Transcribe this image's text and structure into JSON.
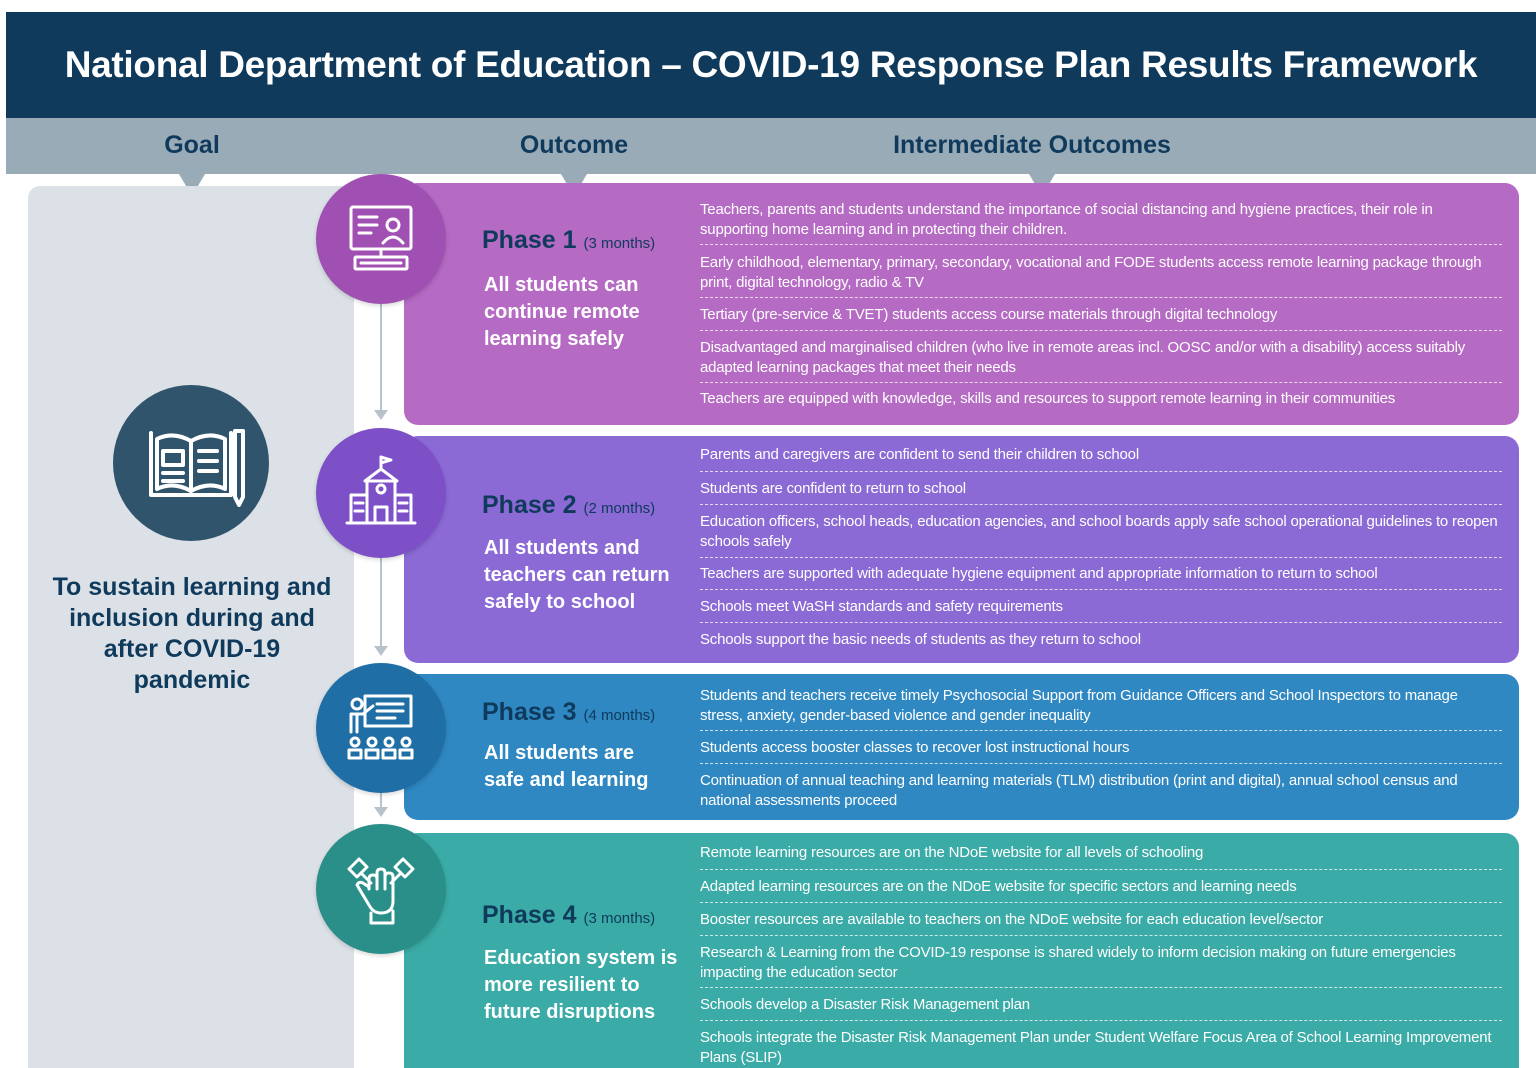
{
  "title": "National Department of Education – COVID-19 Response Plan Results Framework",
  "headers": {
    "goal": "Goal",
    "outcome": "Outcome",
    "intermediate": "Intermediate Outcomes"
  },
  "goal": {
    "text": "To sustain learning and inclusion during and after COVID-19 pandemic",
    "icon": "book-icon"
  },
  "colors": {
    "navy": "#0f3a5c",
    "header": "#9aabb8",
    "goal_panel": "#dbe1e6",
    "phase1": "#b56ac3",
    "phase2": "#8b6ad6",
    "phase3": "#2f88c2",
    "phase4": "#3aaba6"
  },
  "phases": [
    {
      "name": "Phase 1",
      "duration": "(3 months)",
      "outcome": "All students can continue remote learning safely",
      "icon": "computer-learning-icon",
      "items": [
        "Teachers, parents and students understand the importance of social distancing and hygiene practices, their role in supporting home learning and in protecting their children.",
        "Early childhood, elementary, primary, secondary, vocational and FODE students access remote learning package through print, digital technology, radio & TV",
        "Tertiary (pre-service & TVET) students access course materials through digital technology",
        "Disadvantaged and marginalised children (who live in remote areas incl. OOSC and/or with a disability) access suitably adapted learning packages that meet their needs",
        "Teachers are equipped with knowledge, skills and resources to support remote learning in their communities"
      ]
    },
    {
      "name": "Phase 2",
      "duration": "(2 months)",
      "outcome": "All students and teachers can return safely to school",
      "icon": "school-building-icon",
      "items": [
        "Parents and caregivers are confident to send their children to school",
        "Students are confident to return to school",
        "Education officers, school heads, education agencies, and school boards apply safe school operational guidelines to reopen schools safely",
        "Teachers are supported with adequate hygiene equipment and appropriate information to return to school",
        "Schools meet WaSH standards and safety requirements",
        "Schools support the basic needs of students as they return to school"
      ]
    },
    {
      "name": "Phase 3",
      "duration": "(4 months)",
      "outcome": "All students are safe and learning",
      "icon": "classroom-teacher-icon",
      "items": [
        "Students and teachers receive timely Psychosocial Support from Guidance Officers and School Inspectors to manage stress, anxiety, gender-based violence and gender inequality",
        "Students access booster classes to recover lost instructional hours",
        "Continuation of annual teaching and learning materials (TLM) distribution (print and digital), annual school census and national assessments proceed"
      ]
    },
    {
      "name": "Phase 4",
      "duration": "(3 months)",
      "outcome": "Education system is more resilient to future disruptions",
      "icon": "joined-hands-icon",
      "items": [
        "Remote learning resources are on the NDoE website for all levels of schooling",
        "Adapted learning resources are on the NDoE website for specific sectors and learning needs",
        "Booster resources are available to teachers on the NDoE website for each education level/sector",
        "Research & Learning from the COVID-19 response is shared widely to inform decision making on future emergencies impacting the education sector",
        "Schools develop a Disaster Risk Management plan",
        "Schools integrate the Disaster Risk Management Plan under Student Welfare Focus Area of School Learning Improvement Plans (SLIP)"
      ]
    }
  ]
}
